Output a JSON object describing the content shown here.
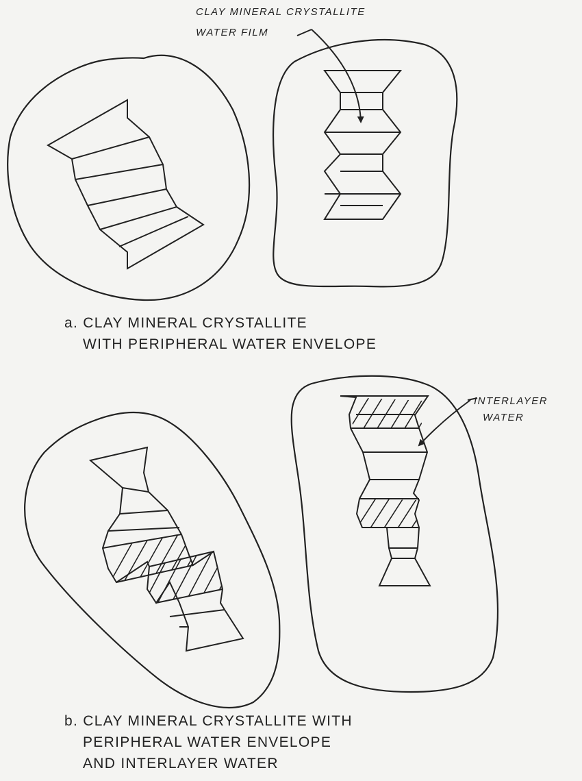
{
  "panel_a": {
    "callout_line1": "CLAY MINERAL CRYSTALLITE",
    "callout_line2": "WATER FILM",
    "caption_letter": "a.",
    "caption_line1": "CLAY MINERAL CRYSTALLITE",
    "caption_line2": "WITH PERIPHERAL WATER ENVELOPE"
  },
  "panel_b": {
    "callout_line1": "INTERLAYER",
    "callout_line2": "WATER",
    "caption_letter": "b.",
    "caption_line1": "CLAY MINERAL CRYSTALLITE WITH",
    "caption_line2": "PERIPHERAL WATER ENVELOPE",
    "caption_line3": "AND INTERLAYER WATER"
  }
}
